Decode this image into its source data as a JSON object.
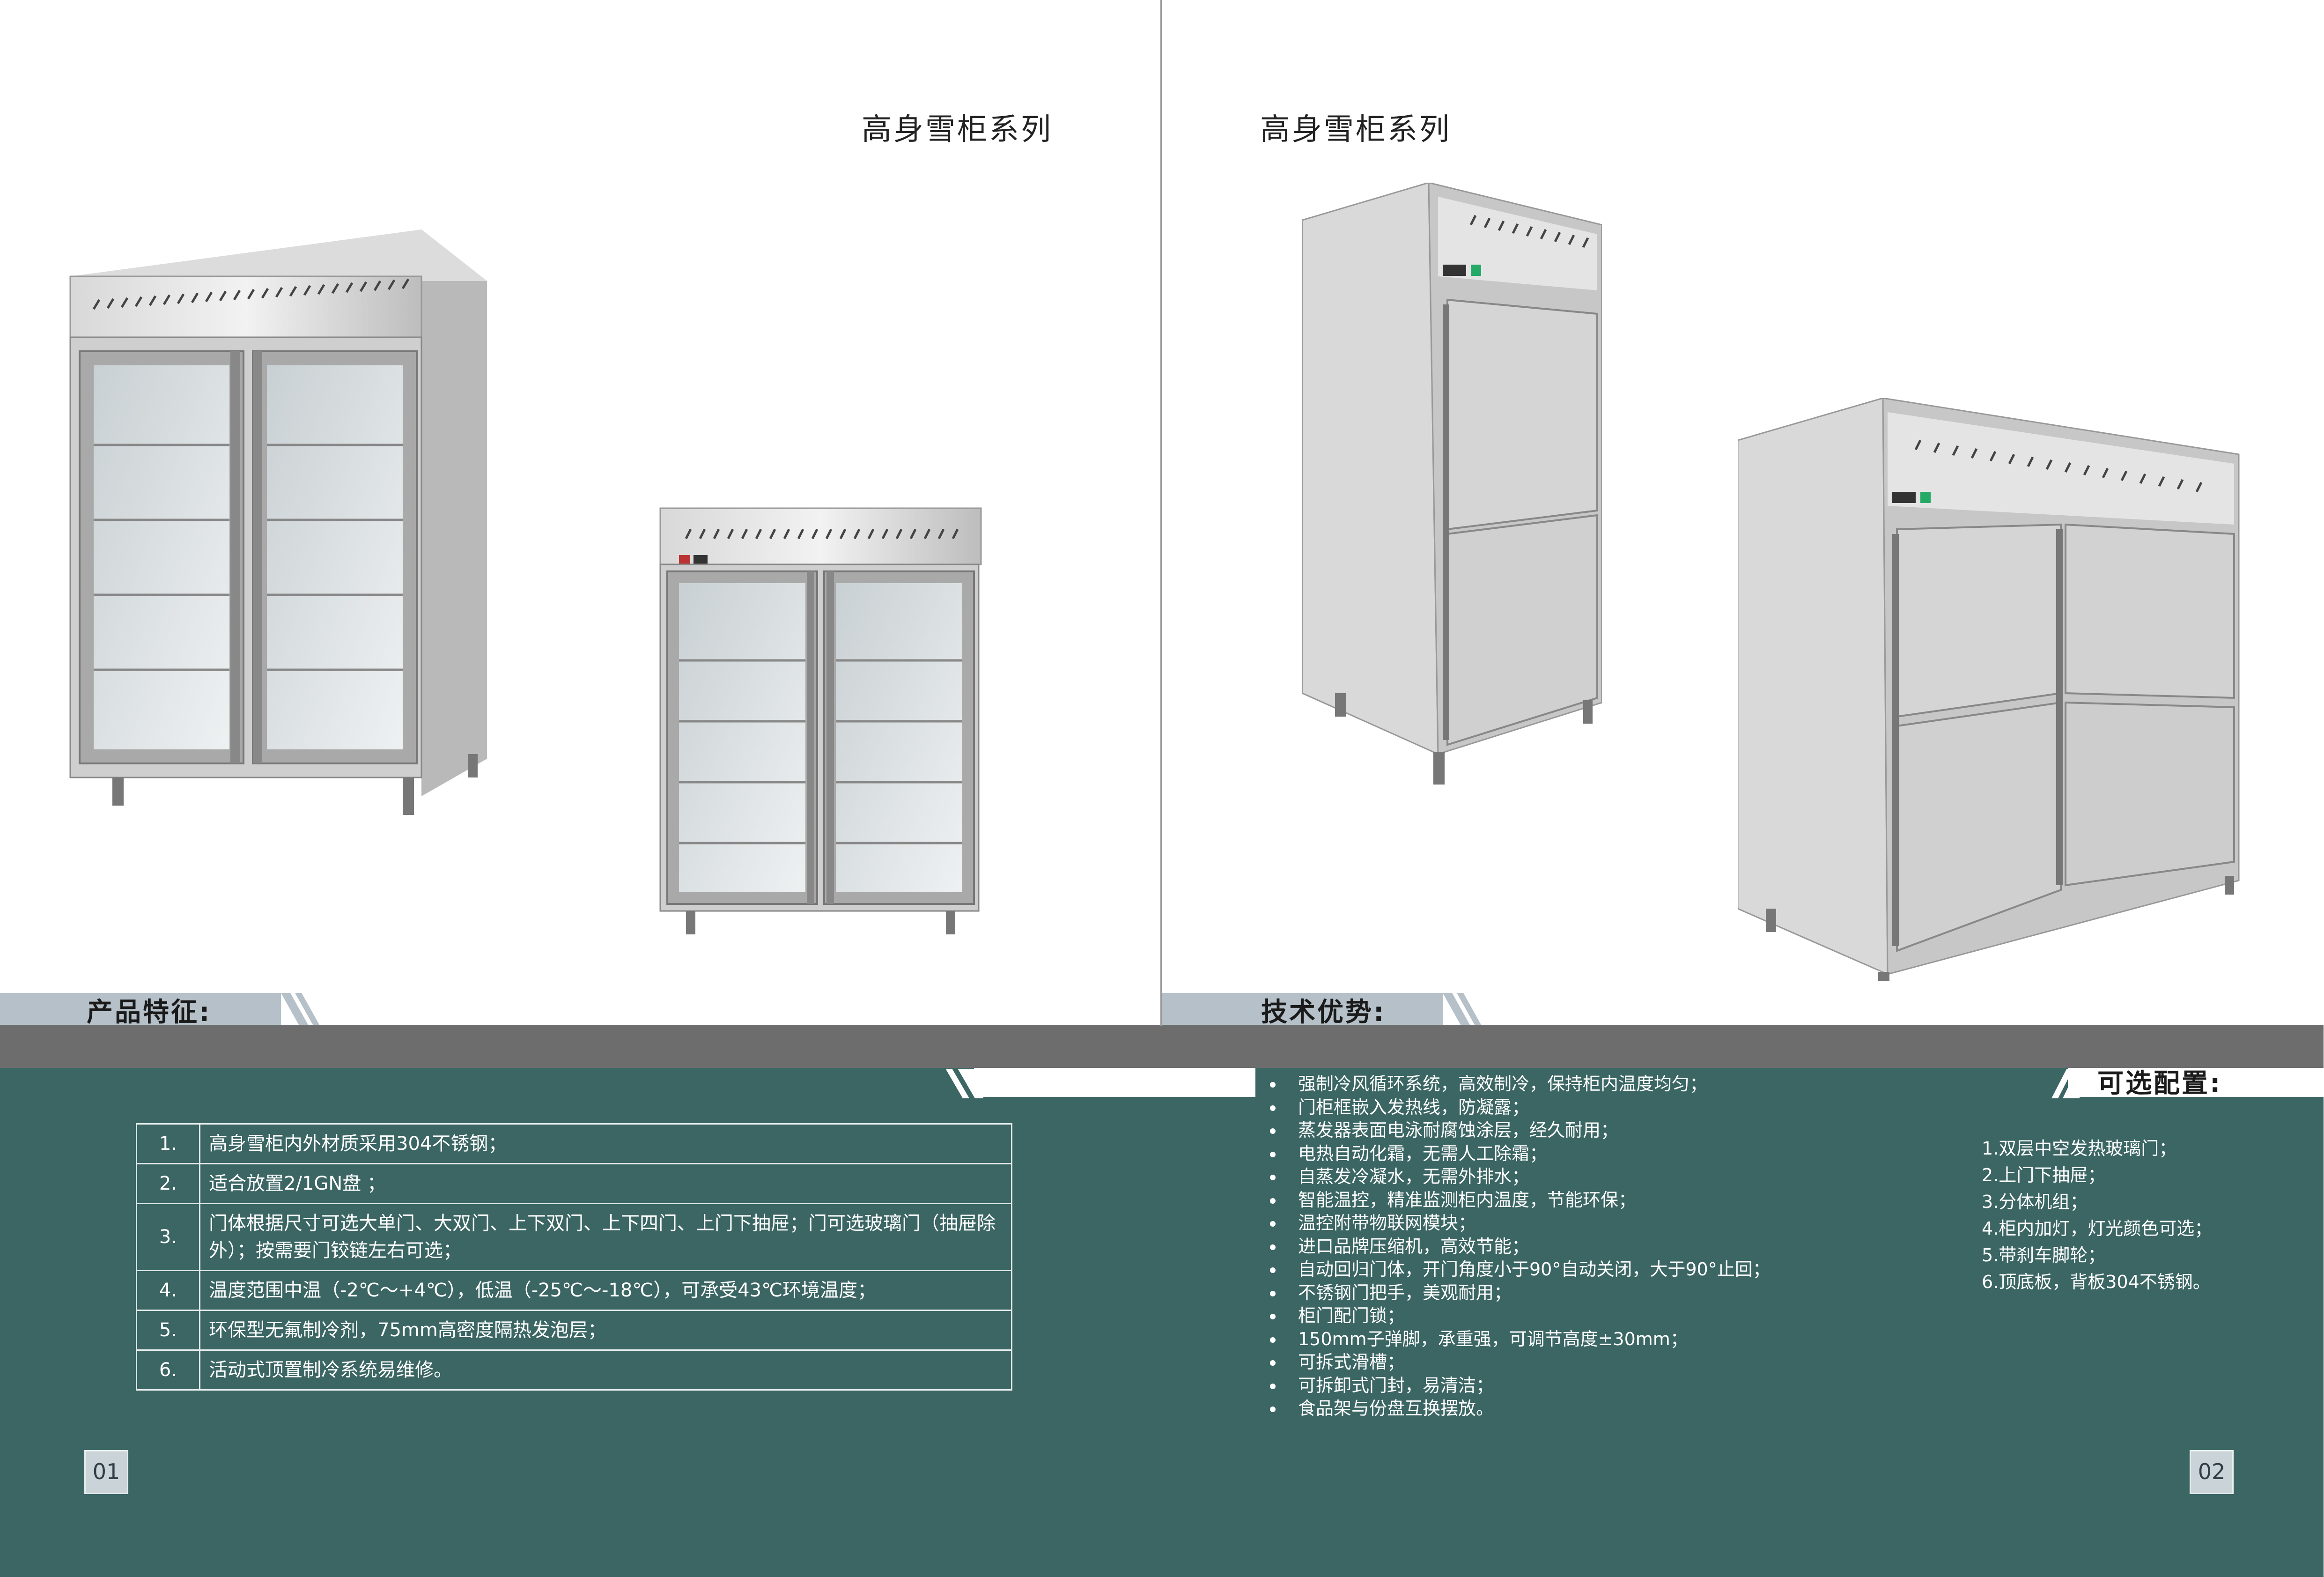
{
  "left_page": {
    "series_title": "高身雪柜系列",
    "features_heading": "产品特征:",
    "features": [
      {
        "num": "1.",
        "text": "高身雪柜内外材质采用304不锈钢；"
      },
      {
        "num": "2.",
        "text": "适合放置2/1GN盘 ；"
      },
      {
        "num": "3.",
        "text": "门体根据尺寸可选大单门、大双门、上下双门、上下四门、上门下抽屉；门可选玻璃门（抽屉除外）；按需要门铰链左右可选；"
      },
      {
        "num": "4.",
        "text": "温度范围中温（-2℃～+4℃），低温（-25℃～-18℃），可承受43℃环境温度；"
      },
      {
        "num": "5.",
        "text": "环保型无氟制冷剂，75mm高密度隔热发泡层；"
      },
      {
        "num": "6.",
        "text": "活动式顶置制冷系统易维修。"
      }
    ],
    "page_number": "01"
  },
  "right_page": {
    "series_title": "高身雪柜系列",
    "advantages_heading": "技术优势:",
    "advantages": [
      "强制冷风循环系统，高效制冷，保持柜内温度均匀；",
      "门柜框嵌入发热线，防凝露；",
      "蒸发器表面电泳耐腐蚀涂层，经久耐用；",
      "电热自动化霜，无需人工除霜；",
      "自蒸发冷凝水，无需外排水；",
      "智能温控，精准监测柜内温度，节能环保；",
      "温控附带物联网模块；",
      "进口品牌压缩机，高效节能；",
      "自动回归门体，开门角度小于90°自动关闭，大于90°止回；",
      "不锈钢门把手，美观耐用；",
      "柜门配门锁；",
      "150mm子弹脚，承重强，可调节高度±30mm；",
      "可拆式滑槽；",
      "可拆卸式门封，易清洁；",
      "食品架与份盘互换摆放。"
    ],
    "options_heading": "可选配置:",
    "options": [
      "1.双层中空发热玻璃门；",
      "2.上门下抽屉；",
      "3.分体机组；",
      "4.柜内加灯，灯光颜色可选；",
      "5.带刹车脚轮；",
      "6.顶底板，背板304不锈钢。"
    ],
    "page_number": "02"
  },
  "colors": {
    "green_panel": "#3b6664",
    "grey_band": "#6d6d6d",
    "tab_bg": "#b5c0c8"
  }
}
